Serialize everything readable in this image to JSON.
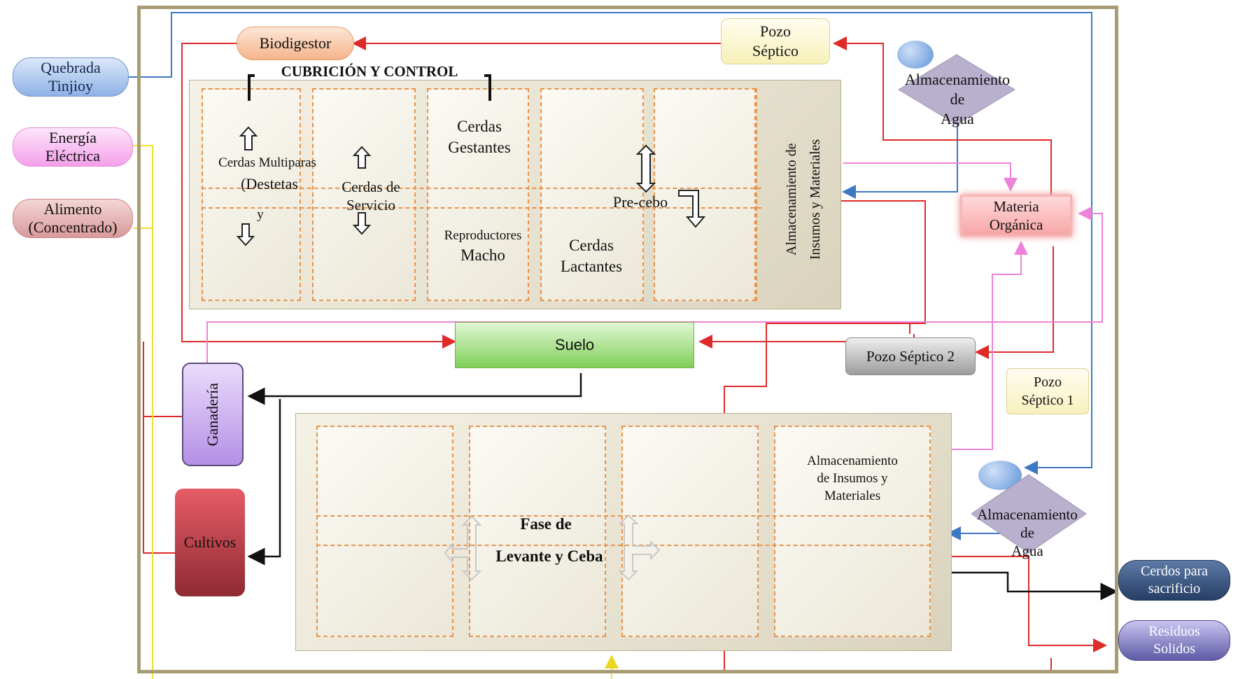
{
  "inputs": {
    "quebrada": "Quebrada\nTinjioy",
    "energia": "Energía\nEléctrica",
    "alimento": "Alimento\n(Concentrado)"
  },
  "top": {
    "biodigestor": "Biodigestor",
    "pozo_septico": "Pozo\nSéptico",
    "almacenamiento_agua": "Almacenamiento\nde\nAgua"
  },
  "upper_module": {
    "title": "CUBRICIÓN Y CONTROL",
    "cerdas_multiparas": "Cerdas Multiparas",
    "destetas": "(Destetas",
    "y": "y",
    "cerdas_servicio": "Cerdas de\nServicio",
    "cerdas_gestantes": "Cerdas\nGestantes",
    "pre_cebo": "Pre-cebo",
    "reproductores_macho_a": "Reproductores",
    "reproductores_macho_b": "Macho",
    "cerdas_lactantes": "Cerdas\nLactantes",
    "almacenamiento_insumos": "Almacenamiento de\nInsumos y Materiales"
  },
  "right": {
    "materia_organica": "Materia\nOrgánica",
    "pozo_septico_2": "Pozo Séptico 2",
    "pozo_septico_1": "Pozo\nSéptico 1",
    "almacenamiento_agua_2": "Almacenamiento\nde\nAgua"
  },
  "middle": {
    "suelo": "Suelo",
    "ganaderia": "Ganadería",
    "cultivos": "Cultivos"
  },
  "lower_module": {
    "fase_de": "Fase de",
    "levante_ceba": "Levante y Ceba",
    "almacenamiento_insumos": "Almacenamiento\nde Insumos y\nMateriales"
  },
  "outputs": {
    "cerdos_sacrificio": "Cerdos para\nsacrificio",
    "residuos_solidos": "Residuos\nSolidos"
  },
  "colors": {
    "frame": "#a89c74",
    "cell_border": "#e8934c",
    "line_red": "#e02a2a",
    "line_blue": "#3d78c4",
    "line_pink": "#ee82d8",
    "line_yellow": "#f0e030",
    "suelo_green": "#7ed957",
    "ganaderia_purple": "#c9a8f0",
    "cultivos_red": "#d0505c"
  }
}
